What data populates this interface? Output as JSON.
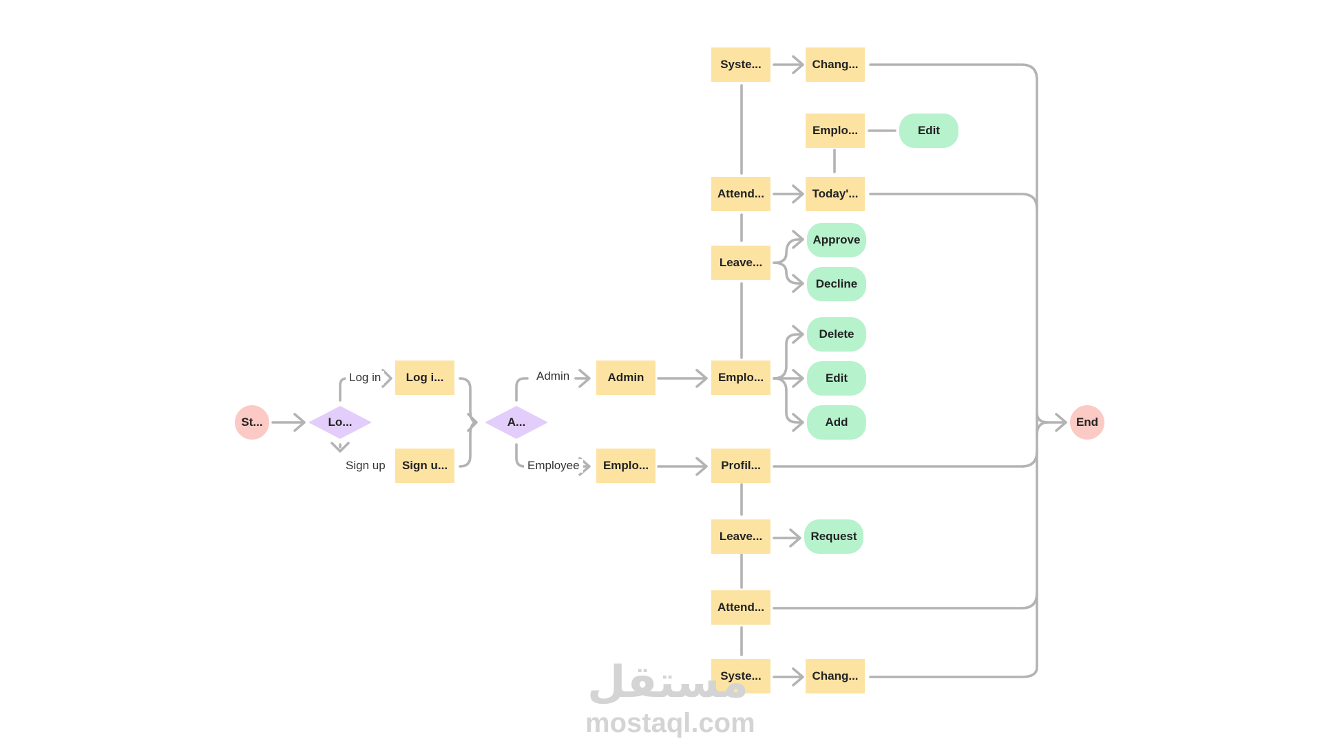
{
  "flowchart": {
    "nodes": {
      "start": "St...",
      "login_decision": "Lo...",
      "login_page": "Log i...",
      "signup_page": "Sign u...",
      "account_decision": "A...",
      "admin": "Admin",
      "employee_dash": "Emplo...",
      "admin_employees": "Emplo...",
      "admin_delete": "Delete",
      "admin_edit": "Edit",
      "admin_add": "Add",
      "admin_leave": "Leave...",
      "admin_approve": "Approve",
      "admin_decline": "Decline",
      "admin_attendance": "Attend...",
      "admin_today": "Today'...",
      "admin_employee_detail": "Emplo...",
      "admin_detail_edit": "Edit",
      "admin_system": "Syste...",
      "admin_change": "Chang...",
      "emp_profile": "Profil...",
      "emp_leave": "Leave...",
      "emp_request": "Request",
      "emp_attendance": "Attend...",
      "emp_system": "Syste...",
      "emp_change": "Chang...",
      "end": "End"
    },
    "edge_labels": {
      "log_in": "Log in",
      "sign_up": "Sign up",
      "admin": "Admin",
      "employee": "Employee"
    },
    "colors": {
      "process": "#fde3a2",
      "action": "#b6f2cc",
      "terminal": "#fbcac4",
      "decision": "#e3cdfa",
      "connector": "#b3b3b3"
    }
  },
  "watermark": {
    "arabic": "مستقل",
    "latin": "mostaql.com"
  }
}
